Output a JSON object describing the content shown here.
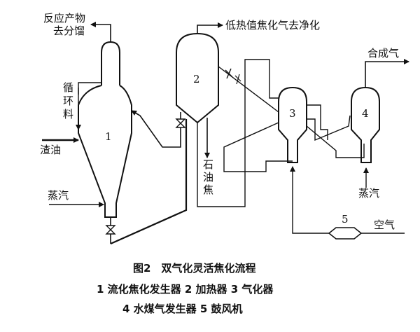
{
  "labels": {
    "reaction_product": [
      "反应产物",
      "去分馏"
    ],
    "low_heat_gas": "低热值焦化气去净化",
    "syngas": "合成气",
    "recycle_feed": [
      "循",
      "环",
      "料"
    ],
    "residue_oil": "渣油",
    "steam_left": "蒸汽",
    "petroleum_coke": [
      "石",
      "油",
      "焦"
    ],
    "steam_right": "蒸汽",
    "air": "空气"
  },
  "unit_numbers": {
    "u1": "1",
    "u2": "2",
    "u3": "3",
    "u4": "4",
    "u5": "5"
  },
  "caption": {
    "title": "图2　双气化灵活焦化流程",
    "line1": "1  流化焦化发生器  2  加热器  3  气化器",
    "line2": "4  水煤气发生器  5  鼓风机"
  }
}
